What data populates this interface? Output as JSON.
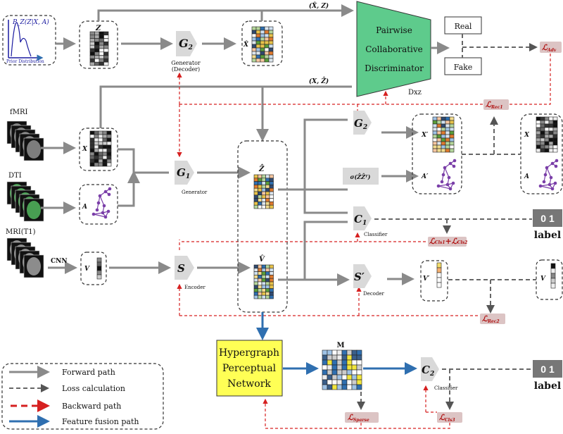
{
  "colors": {
    "forward": "#8a8a8a",
    "loss": "#666666",
    "backward": "#d62020",
    "fusion": "#2f6fb0",
    "discriminator": "#5ecb8c",
    "hpn": "#ffff55",
    "graph": "#7a3ea8"
  },
  "prior": {
    "formula": "P_Z(Z|X, A)",
    "caption": "Prior Distribution"
  },
  "top": {
    "z_label": "Z",
    "g2_label": "G",
    "g2_sub": "2",
    "g2_caption1": "Generator",
    "g2_caption2": "(Decoder)",
    "xhat_label": "X̂",
    "pair_top": "(X̂,  Z)",
    "pair_bottom": "(X,  Ẑ)"
  },
  "discriminator": {
    "lines": [
      "Pairwise",
      "Collaborative",
      "Discriminator"
    ],
    "name": "Dxz",
    "real": "Real",
    "fake": "Fake"
  },
  "inputs": {
    "fmri": "fMRI",
    "dti": "DTI",
    "mri": "MRI(T1)",
    "cnn": "CNN",
    "x": "X",
    "a": "A",
    "v": "V"
  },
  "middle": {
    "g1": "G",
    "g1_sub": "1",
    "g1_caption": "Generator",
    "s": "S",
    "s_caption": "Encoder",
    "ztilde": "Ẑ",
    "vhat": "V̂"
  },
  "right": {
    "g2": "G",
    "g2_sub": "2",
    "sigma": "σ(ẐẐᵀ)",
    "c1": "C",
    "c1_sub": "1",
    "c1_caption": "Classifier",
    "sprime": "S′",
    "sprime_caption": "Decoder",
    "xprime": "X′",
    "aprime": "A′",
    "x": "X",
    "a": "A",
    "vprime": "V′",
    "v": "V",
    "label_bits": "0  1",
    "label_text": "label"
  },
  "hpn": {
    "lines": [
      "Hypergraph",
      "Perceptual",
      "Network"
    ],
    "m_label": "M",
    "c2": "C",
    "c2_sub": "2",
    "c2_caption": "Classifier",
    "label_bits": "0  1",
    "label_text": "label"
  },
  "losses": {
    "adv": {
      "symbol": "ℒ",
      "sub": "Adv"
    },
    "rec1": {
      "symbol": "ℒ",
      "sub": "Rec1"
    },
    "cls12": {
      "symbol": "ℒ",
      "sub": "Cls1",
      "plus": "+",
      "symbol2": "ℒ",
      "sub2": "Cls2"
    },
    "rec2": {
      "symbol": "ℒ",
      "sub": "Rec2"
    },
    "sparse": {
      "symbol": "ℒ",
      "sub": "Sparse"
    },
    "cls3": {
      "symbol": "ℒ",
      "sub": "Cls3"
    }
  },
  "legend": [
    {
      "label": "Forward path",
      "style": "forward"
    },
    {
      "label": "Loss calculation",
      "style": "loss"
    },
    {
      "label": "Backward path",
      "style": "backward"
    },
    {
      "label": "Feature fusion path",
      "style": "fusion"
    }
  ]
}
